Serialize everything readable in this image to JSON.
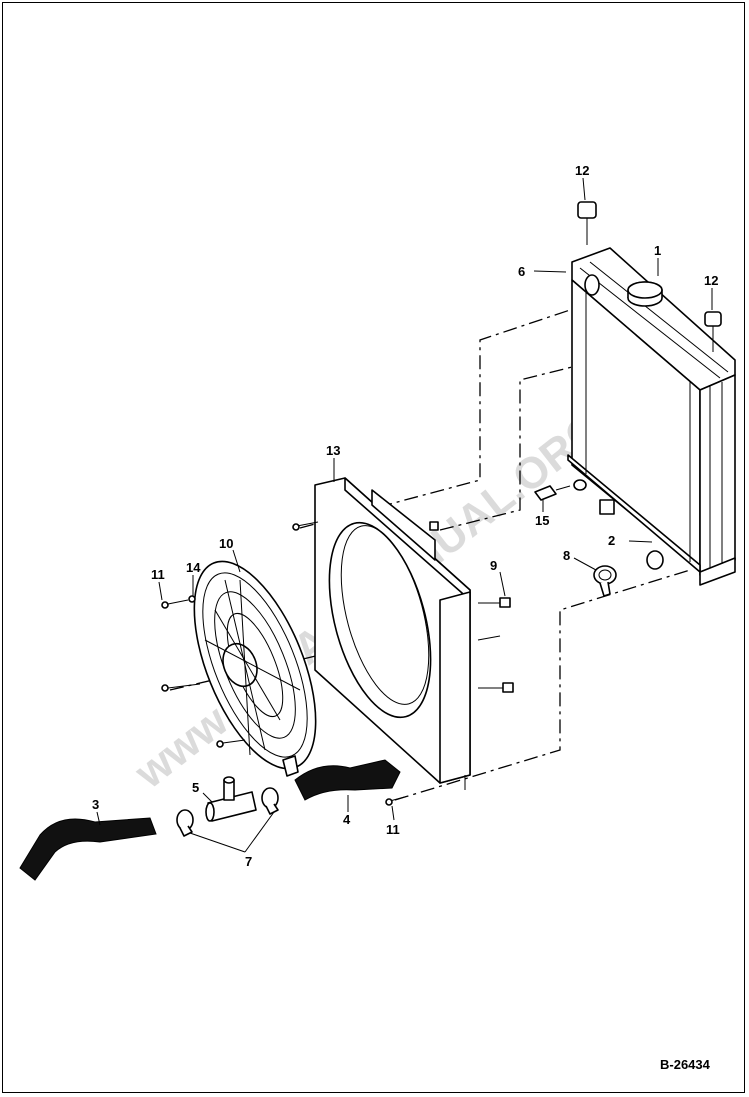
{
  "figure_id": "B-26434",
  "watermark": "www.REPAIRMANUAL.ORG",
  "callouts": {
    "c1": "1",
    "c2": "2",
    "c3": "3",
    "c4": "4",
    "c5": "5",
    "c6": "6",
    "c7": "7",
    "c8": "8",
    "c9": "9",
    "c10": "10",
    "c11a": "11",
    "c11b": "11",
    "c12a": "12",
    "c12b": "12",
    "c13": "13",
    "c14": "14",
    "c15": "15"
  }
}
